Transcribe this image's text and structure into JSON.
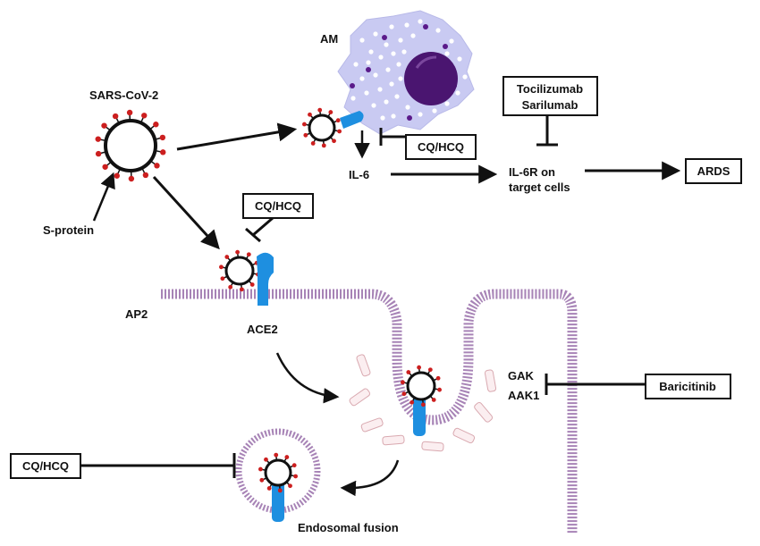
{
  "labels": {
    "am": "AM",
    "sars_cov_2": "SARS-CoV-2",
    "s_protein": "S-protein",
    "il6": "IL-6",
    "il6r_line1": "IL-6R on",
    "il6r_line2": "target cells",
    "ap2": "AP2",
    "ace2": "ACE2",
    "gak": "GAK",
    "aak1": "AAK1",
    "endosomal_fusion": "Endosomal fusion"
  },
  "boxes": {
    "tocilizumab": "Tocilizumab",
    "sarilumab": "Sarilumab",
    "cq_hcq": "CQ/HCQ",
    "ards": "ARDS",
    "baricitinib": "Baricitinib"
  },
  "colors": {
    "receptor": "#1e8fe0",
    "spike": "#cc1f1f",
    "membrane": "#8a5a9e",
    "cell": "#c9caf2",
    "nucleus": "#4a1570",
    "granule": "#5a1a8a"
  }
}
